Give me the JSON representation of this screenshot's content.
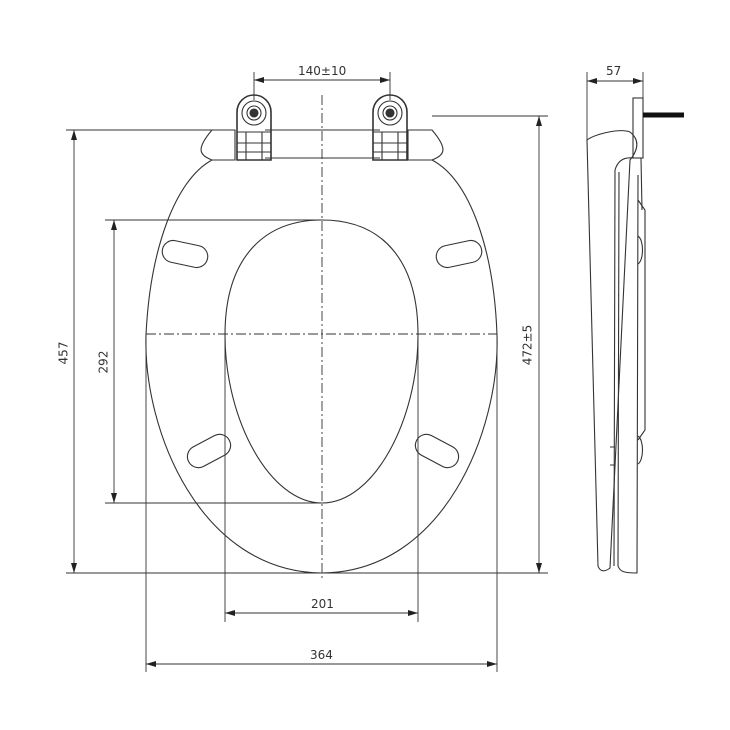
{
  "drawing": {
    "title": "Toilet seat dimension drawing",
    "views": [
      "top-view",
      "side-view"
    ],
    "line_color": "#333333",
    "background": "#ffffff"
  },
  "dimensions": {
    "hinge_spacing": "140±10",
    "side_thickness": "57",
    "overall_length": "457",
    "opening_length": "292",
    "lid_length": "472±5",
    "opening_width": "201",
    "overall_width": "364"
  }
}
